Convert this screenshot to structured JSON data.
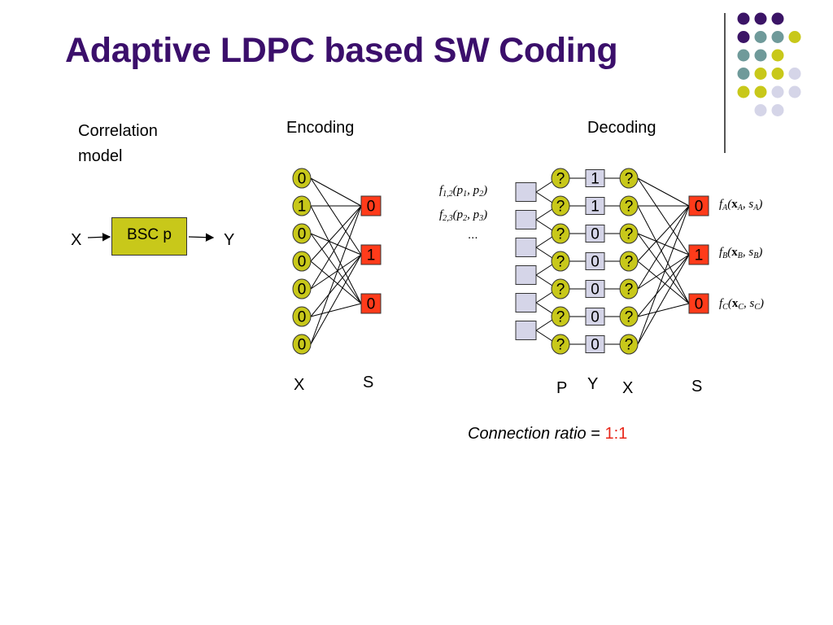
{
  "title": "Adaptive LDPC based SW Coding",
  "correlation": {
    "label_line1": "Correlation",
    "label_line2": "model",
    "input": "X",
    "box": "BSC p",
    "output": "Y"
  },
  "encoding": {
    "label": "Encoding",
    "x_bits": [
      "0",
      "1",
      "0",
      "0",
      "0",
      "0",
      "0"
    ],
    "s_bits": [
      "0",
      "1",
      "0"
    ],
    "x_label": "X",
    "s_label": "S"
  },
  "decoding": {
    "label": "Decoding",
    "unknown": "?",
    "y_bits": [
      "1",
      "1",
      "0",
      "0",
      "0",
      "0",
      "0"
    ],
    "s_bits": [
      "0",
      "1",
      "0"
    ],
    "p_label": "P",
    "y_label": "Y",
    "x_label": "X",
    "s_label": "S",
    "factor_f12": {
      "f": "f",
      "sub": "1,2",
      "a": "p",
      "a_sub": "1",
      "b": "p",
      "b_sub": "2"
    },
    "factor_f23": {
      "f": "f",
      "sub": "2,3",
      "a": "p",
      "a_sub": "2",
      "b": "p",
      "b_sub": "3"
    },
    "ellipsis": "...",
    "factor_A": {
      "f": "f",
      "sub": "A",
      "x": "x",
      "x_sub": "A",
      "s": "s",
      "s_sub": "A"
    },
    "factor_B": {
      "f": "f",
      "sub": "B",
      "x": "x",
      "x_sub": "B",
      "s": "s",
      "s_sub": "B"
    },
    "factor_C": {
      "f": "f",
      "sub": "C",
      "x": "x",
      "x_sub": "C",
      "s": "s",
      "s_sub": "C"
    }
  },
  "ratio": {
    "label": "Connection ratio",
    "eq": " = ",
    "value": "1:1"
  },
  "colors": {
    "title": "#3b0f6b",
    "purple": "#3b1466",
    "teal": "#6f9a9a",
    "olive": "#c8c81a",
    "lavender": "#d5d5e8",
    "red": "#ff3b1a",
    "ratio_value": "#e8271a"
  },
  "decor": {
    "dot_grid": [
      [
        "purple",
        "purple",
        "purple",
        ""
      ],
      [
        "purple",
        "teal",
        "teal",
        "olive"
      ],
      [
        "teal",
        "teal",
        "olive",
        ""
      ],
      [
        "teal",
        "olive",
        "olive",
        "lavender"
      ],
      [
        "olive",
        "olive",
        "lavender",
        "lavender"
      ],
      [
        "",
        "lavender",
        "lavender",
        ""
      ]
    ]
  }
}
